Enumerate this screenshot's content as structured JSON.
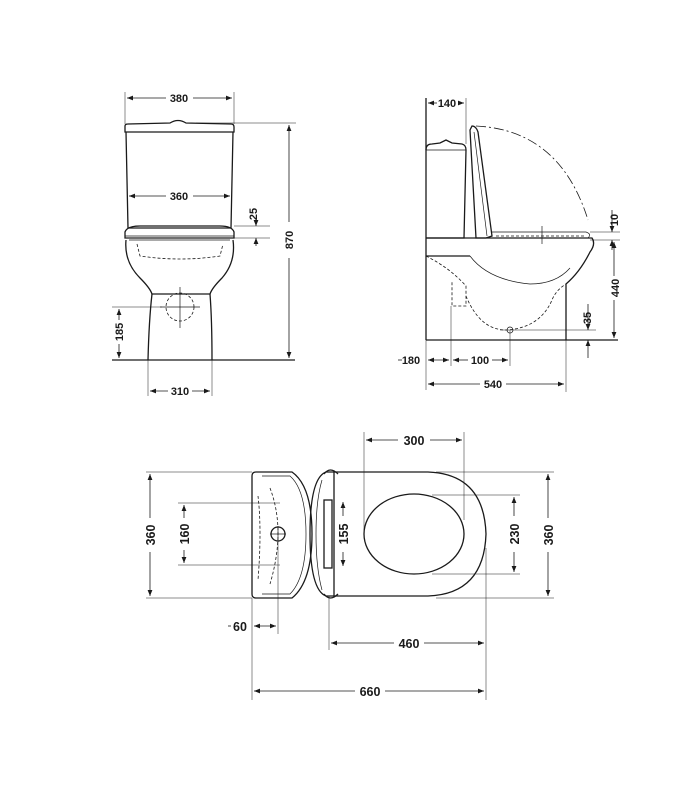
{
  "front_view": {
    "width_top": "380",
    "width_mid": "360",
    "seat_gap": "25",
    "height_total": "870",
    "outlet_height": "185",
    "base_width": "310"
  },
  "side_view": {
    "tank_depth": "140",
    "seat_gap": "10",
    "seat_height": "440",
    "outlet_center": "35",
    "wall_offset": "180",
    "outlet_offset": "100",
    "depth_total": "540"
  },
  "top_view": {
    "seat_opening": "300",
    "width_left": "360",
    "inlet_width": "160",
    "hinge_span": "155",
    "opening_width": "230",
    "width_right": "360",
    "wall_gap": "60",
    "bowl_length": "460",
    "length_total": "660"
  }
}
